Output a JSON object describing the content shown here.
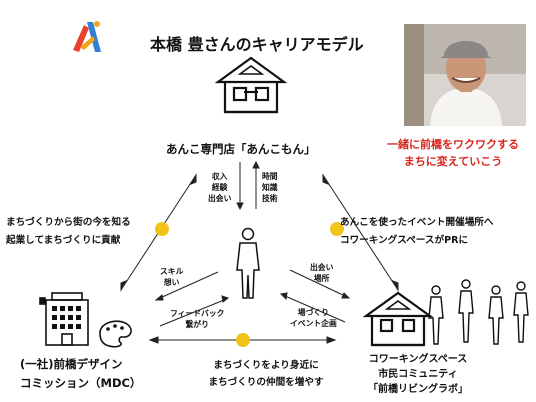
{
  "title": "本橋 豊さんのキャリアモデル",
  "nodes": {
    "shop": "あんこ専門店「あんこもん」",
    "mdc": [
      "(一社)前橋デザイン",
      "コミッション（MDC）"
    ],
    "cowork": [
      "コワーキングスペース",
      "市民コミュニティ",
      "「前橋リビングラボ」"
    ]
  },
  "slogan": [
    "一緒に前橋をワクワクする",
    "まちに変えていこう"
  ],
  "arrows": {
    "shop_down": [
      "収入",
      "経験",
      "出会い"
    ],
    "shop_up": [
      "時間",
      "知識",
      "技術"
    ],
    "mdc_in": [
      "スキル",
      "想い"
    ],
    "mdc_out": [
      "フィードバック",
      "繋がり"
    ],
    "cowork_in": [
      "出会い",
      "場所"
    ],
    "cowork_out": [
      "場づくり",
      "イベント企画"
    ]
  },
  "edges": {
    "left": [
      "まちづくりから街の今を知る",
      "起業してまちづくりに貢献"
    ],
    "right": [
      "あんこを使ったイベント開催場所へ",
      "コワーキングスペースがPRに"
    ],
    "bottom": [
      "まちづくりをより身近に",
      "まちづくりの仲間を増やす"
    ]
  },
  "colors": {
    "accent_yellow": "#f2c419",
    "slogan_red": "#d9251c",
    "logo_red": "#e8402e",
    "logo_blue": "#2f7fd3",
    "logo_orange": "#f2a51a"
  }
}
